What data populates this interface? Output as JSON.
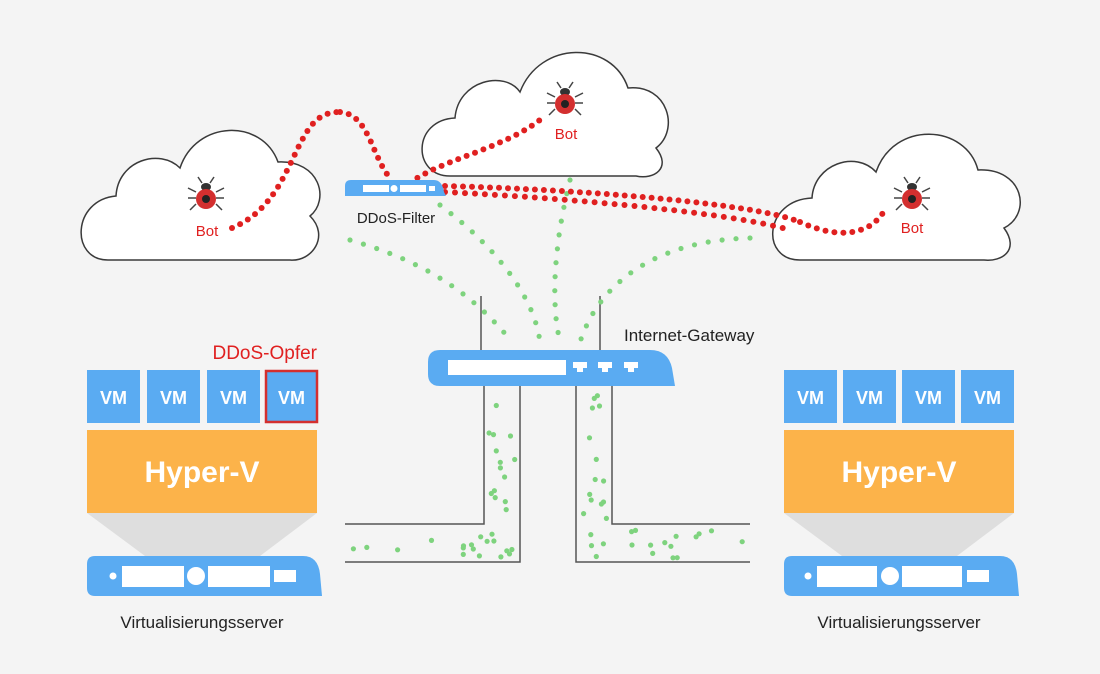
{
  "colors": {
    "background": "#f4f4f4",
    "server_blue": "#5aabf2",
    "hyperv_orange": "#fcb34a",
    "attack_red": "#e02020",
    "legit_green": "#7ed37e",
    "victim_red": "#d32f2f",
    "cloud_stroke": "#3a3a3a",
    "line_gray": "#555555"
  },
  "labels": {
    "bot_1": "Bot",
    "bot_2": "Bot",
    "bot_3": "Bot",
    "ddos_filter": "DDoS-Filter",
    "internet_gateway": "Internet-Gateway",
    "ddos_victim": "DDoS-Opfer",
    "hyperv_left": "Hyper-V",
    "hyperv_right": "Hyper-V",
    "server_left": "Virtualisierungsserver",
    "server_right": "Virtualisierungsserver"
  },
  "vms_left": [
    "VM",
    "VM",
    "VM",
    "VM"
  ],
  "vms_right": [
    "VM",
    "VM",
    "VM",
    "VM"
  ],
  "icons": {
    "bot": "bug-icon",
    "filter": "router-icon",
    "gateway": "router-icon",
    "server": "server-icon"
  }
}
